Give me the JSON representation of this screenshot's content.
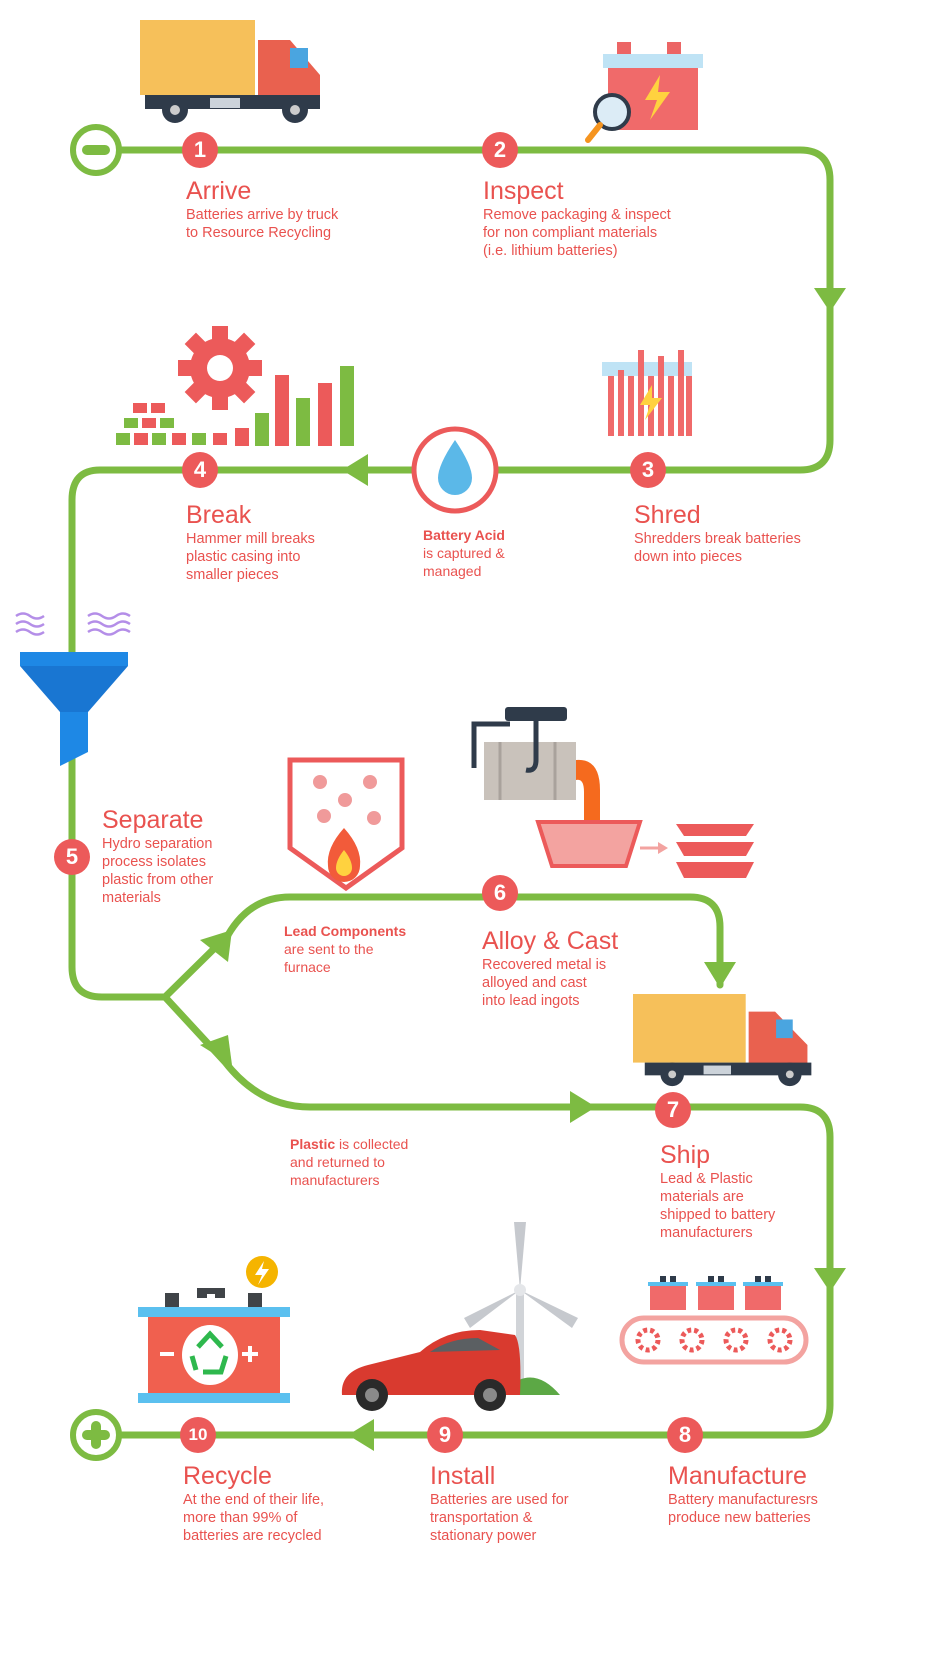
{
  "colors": {
    "path": "#7dbb42",
    "accent": "#ec5a5a",
    "text": "#e9524f"
  },
  "start_icon": "minus-circle-icon",
  "end_icon": "plus-circle-icon",
  "steps": [
    {
      "num": "1",
      "title": "Arrive",
      "desc": "Batteries arrive by truck\nto Resource Recycling",
      "icon": "truck-icon"
    },
    {
      "num": "2",
      "title": "Inspect",
      "desc": "Remove packaging & inspect\nfor non compliant materials\n(i.e. lithium batteries)",
      "icon": "battery-magnifier-icon"
    },
    {
      "num": "3",
      "title": "Shred",
      "desc": "Shredders break batteries\ndown into pieces",
      "icon": "shredded-battery-icon"
    },
    {
      "num": "4",
      "title": "Break",
      "desc": "Hammer mill breaks\nplastic casing into\nsmaller pieces",
      "icon": "gear-bricks-icon"
    },
    {
      "num": "5",
      "title": "Separate",
      "desc": "Hydro separation\nprocess isolates\nplastic from other\nmaterials",
      "icon": "funnel-icon"
    },
    {
      "num": "6",
      "title": "Alloy & Cast",
      "desc": "Recovered metal is\nalloyed and cast\ninto lead ingots",
      "icon": "crane-pour-icon"
    },
    {
      "num": "7",
      "title": "Ship",
      "desc": "Lead & Plastic\nmaterials are\nshipped to battery\nmanufacturers",
      "icon": "truck-icon"
    },
    {
      "num": "8",
      "title": "Manufacture",
      "desc": "Battery manufacturesrs\nproduce new batteries",
      "icon": "conveyor-icon"
    },
    {
      "num": "9",
      "title": "Install",
      "desc": "Batteries are used for\ntransportation &\nstationary power",
      "icon": "car-windmill-icon"
    },
    {
      "num": "10",
      "title": "Recycle",
      "desc": "At the end of their life,\nmore than 99% of\nbatteries are recycled",
      "icon": "recycle-battery-icon"
    }
  ],
  "notes": {
    "acid": {
      "bold": "Battery Acid",
      "rest": "is captured &\nmanaged"
    },
    "lead": {
      "bold": "Lead Components",
      "rest": "are sent to the\nfurnace"
    },
    "plastic": {
      "bold": "Plastic",
      "rest": " is collected\nand returned to\nmanufacturers"
    }
  }
}
